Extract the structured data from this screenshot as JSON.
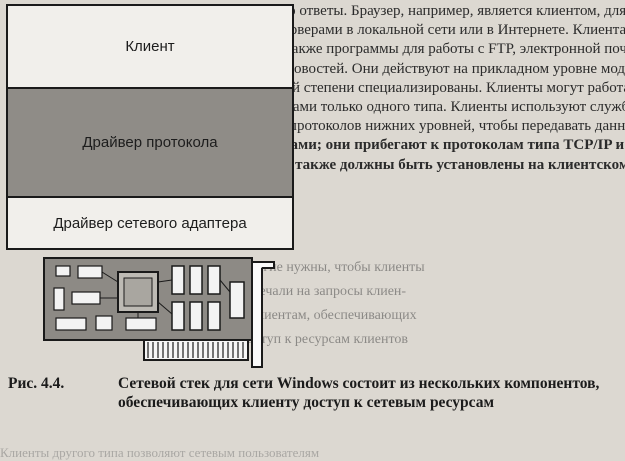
{
  "diagram": {
    "layers": {
      "client": "Клиент",
      "protocol_driver": "Драйвер протокола",
      "adapter_driver": "Драйвер сетевого адаптера"
    }
  },
  "background_text": [
    "от него ответы. Браузер, например, является клиентом, для связи с",
    "веб-серверами в локальной сети или в Интернете. Клиентами явля-",
    "ются также программы для работы с FTP, электронной почтой и груп-",
    "пами новостей. Они действуют на прикладном уровне модели OSI и",
    "высшей степени специализированы. Клиенты могут работать",
    "ресурсами только одного типа. Клиенты используют службы",
    "стеки протоколов нижних уровней, чтобы передавать данные",
    "службами; они прибегают к протоколам типа TCP/IP и Ethernet, ко-",
    "торые также должны быть установлены на клиентском компьютере."
  ],
  "side_text": [
    "Другие нужны, чтобы клиенты",
    "отвечали на запросы клиен-",
    "к клиентам, обеспечивающих",
    "доступ к ресурсам клиентов"
  ],
  "caption": {
    "number": "Рис. 4.4.",
    "text": "Сетевой стек для сети Windows состоит из нескольких компонентов, обеспечивающих клиенту доступ к сетевым ресурсам"
  },
  "bottom_text": "Клиенты другого типа позволяют сетевым пользователям"
}
